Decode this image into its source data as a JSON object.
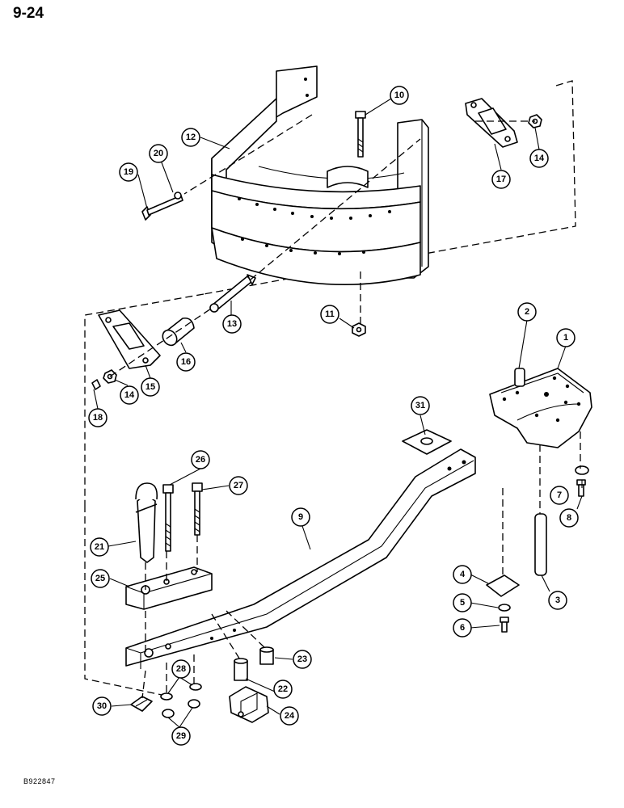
{
  "page": {
    "number": "9-24",
    "reference": "B922847"
  },
  "callouts": [
    {
      "id": "c1",
      "label": "1"
    },
    {
      "id": "c2",
      "label": "2"
    },
    {
      "id": "c3",
      "label": "3"
    },
    {
      "id": "c4",
      "label": "4"
    },
    {
      "id": "c5",
      "label": "5"
    },
    {
      "id": "c6",
      "label": "6"
    },
    {
      "id": "c7",
      "label": "7"
    },
    {
      "id": "c8",
      "label": "8"
    },
    {
      "id": "c9",
      "label": "9"
    },
    {
      "id": "c10",
      "label": "10"
    },
    {
      "id": "c11",
      "label": "11"
    },
    {
      "id": "c12",
      "label": "12"
    },
    {
      "id": "c13",
      "label": "13"
    },
    {
      "id": "c14a",
      "label": "14"
    },
    {
      "id": "c14b",
      "label": "14"
    },
    {
      "id": "c15",
      "label": "15"
    },
    {
      "id": "c16",
      "label": "16"
    },
    {
      "id": "c17",
      "label": "17"
    },
    {
      "id": "c18",
      "label": "18"
    },
    {
      "id": "c19",
      "label": "19"
    },
    {
      "id": "c20",
      "label": "20"
    },
    {
      "id": "c21",
      "label": "21"
    },
    {
      "id": "c22",
      "label": "22"
    },
    {
      "id": "c23",
      "label": "23"
    },
    {
      "id": "c24",
      "label": "24"
    },
    {
      "id": "c25",
      "label": "25"
    },
    {
      "id": "c26",
      "label": "26"
    },
    {
      "id": "c27",
      "label": "27"
    },
    {
      "id": "c28",
      "label": "28"
    },
    {
      "id": "c29",
      "label": "29"
    },
    {
      "id": "c30",
      "label": "30"
    },
    {
      "id": "c31",
      "label": "31"
    }
  ]
}
